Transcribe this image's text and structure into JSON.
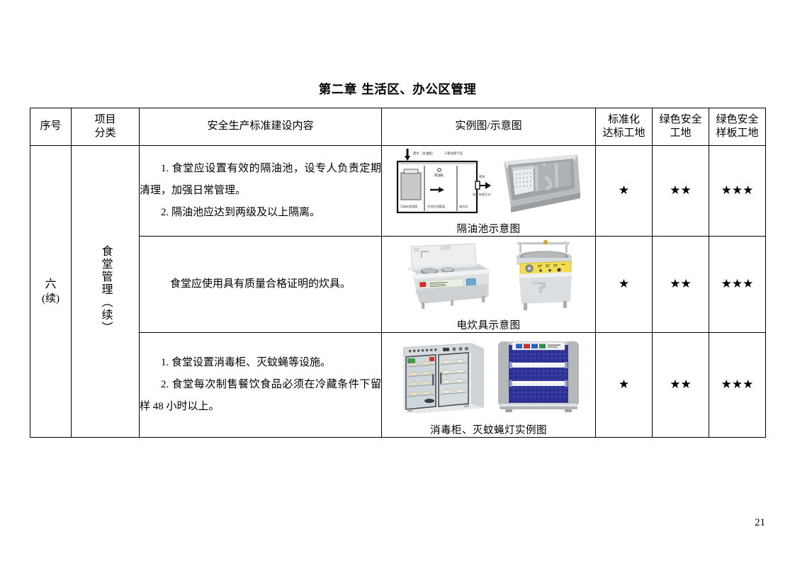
{
  "document": {
    "title": "第二章 生活区、办公区管理",
    "page_number": "21"
  },
  "table": {
    "headers": {
      "seq": "序号",
      "category_line1": "项目",
      "category_line2": "分类",
      "content": "安全生产标准建设内容",
      "figure": "实例图/示意图",
      "rating1_line1": "标准化",
      "rating1_line2": "达标工地",
      "rating2_line1": "绿色安全",
      "rating2_line2": "工地",
      "rating3_line1": "绿色安全",
      "rating3_line2": "样板工地"
    },
    "group": {
      "seq_line1": "六",
      "seq_line2": "(续)",
      "category": "食堂管理（续）"
    },
    "rows": [
      {
        "content_lines": [
          "1. 食堂应设置有效的隔油池，设专人负责定期清理，加强日常管理。",
          "2. 隔油池应达到两级及以上隔离。"
        ],
        "caption": "隔油池示意图",
        "figures": [
          "grease-trap-schematic",
          "grease-trap-photo"
        ],
        "rating1": "★",
        "rating2": "★★",
        "rating3": "★★★"
      },
      {
        "content_lines": [
          "食堂应使用具有质量合格证明的炊具。"
        ],
        "caption": "电炊具示意图",
        "figures": [
          "induction-wok-range-photo",
          "electric-fryer-photo"
        ],
        "rating1": "★",
        "rating2": "★★",
        "rating3": "★★★"
      },
      {
        "content_lines": [
          "1. 食堂设置消毒柜、灭蚊蝇等设施。",
          "2. 食堂每次制售餐饮食品必须在冷藏条件下留样 48 小时以上。"
        ],
        "caption": "消毒柜、灭蚊蝇灯实例图",
        "figures": [
          "disinfection-cabinet-photo",
          "insect-killer-lamp-photo"
        ],
        "rating1": "★",
        "rating2": "★★",
        "rating3": "★★★"
      }
    ]
  },
  "colors": {
    "text": "#000000",
    "border": "#000000",
    "background": "#ffffff",
    "lamp_blue": "#2a2f8f",
    "panel_yellow": "#f2dd55"
  }
}
